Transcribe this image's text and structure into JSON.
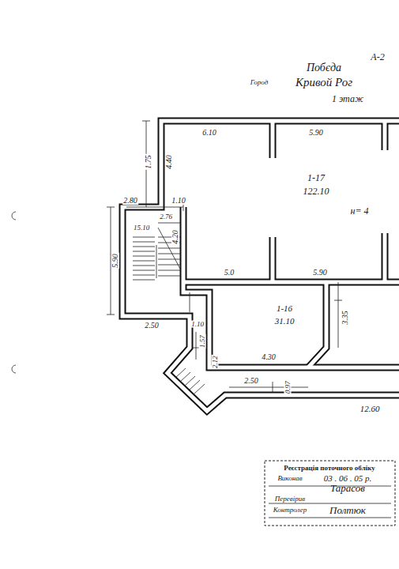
{
  "diagram": {
    "nodes": [
      {
        "text": [
          "1-17",
          "122.10"
        ]
      },
      {
        "text": [
          "1-16",
          "31.10"
        ]
      },
      {
        "text": [
          "15.10"
        ]
      },
      {
        "text": [
          "Реєстрація поточного обліку",
          "Виконав",
          "03 . 06 . 05 р.",
          "Тарасов",
          "Перевірив",
          "Контролер",
          "Полтюк"
        ]
      }
    ],
    "edges": [],
    "labels": [
      "А-2",
      "Побєда",
      "Город",
      "Кривой Рог",
      "1 этаж",
      "1.75",
      "4.40",
      "6.10",
      "5.90",
      "2.80",
      "1.10",
      "2.76",
      "4.20",
      "5.90",
      "5.0",
      "5.90",
      "3.35",
      "1.10",
      "1.57",
      "4.30",
      "2.12",
      "2.50",
      "2.50",
      "0.97",
      "12.60",
      "н= 4"
    ]
  }
}
